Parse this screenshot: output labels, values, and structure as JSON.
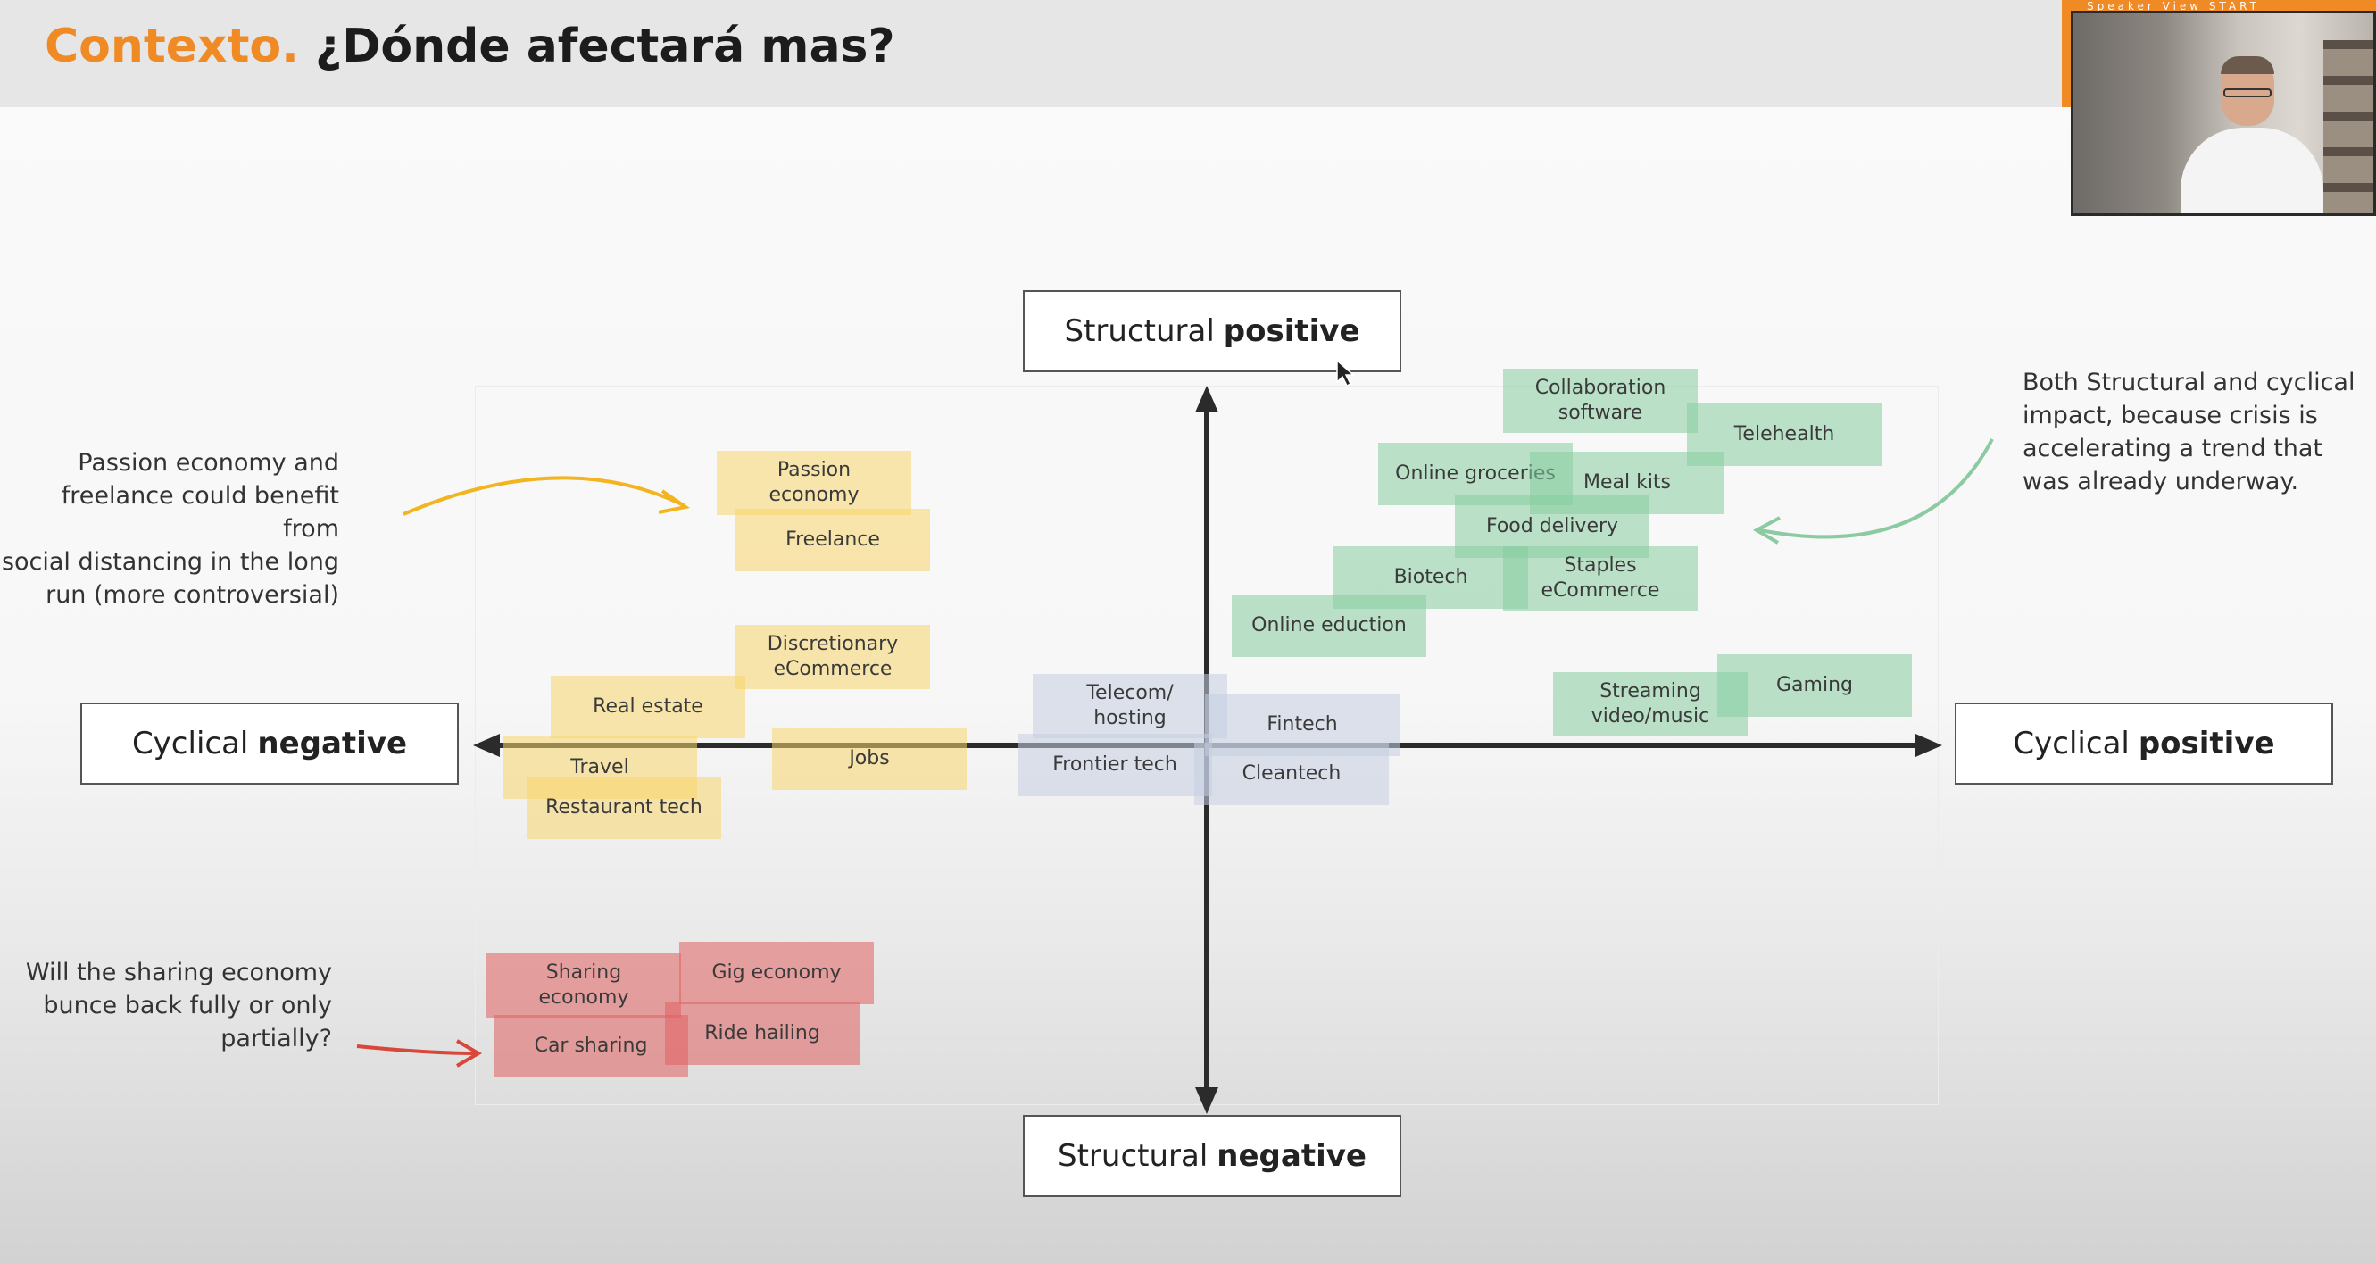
{
  "slide": {
    "title_accent": "Contexto.",
    "title_main": "¿Dónde afectará mas?"
  },
  "webcam": {
    "strip_label": "Speaker View START"
  },
  "axes": {
    "top": {
      "normal": "Structural",
      "bold": "positive"
    },
    "bottom": {
      "normal": "Structural",
      "bold": "negative"
    },
    "left": {
      "normal": "Cyclical",
      "bold": "negative"
    },
    "right": {
      "normal": "Cyclical",
      "bold": "positive"
    }
  },
  "stickies": {
    "yellow": [
      {
        "id": "passion-economy",
        "label": "Passion\neconomy"
      },
      {
        "id": "freelance",
        "label": "Freelance"
      },
      {
        "id": "discretionary-ecommerce",
        "label": "Discretionary\neCommerce"
      },
      {
        "id": "real-estate",
        "label": "Real estate"
      },
      {
        "id": "travel",
        "label": "Travel"
      },
      {
        "id": "jobs",
        "label": "Jobs"
      },
      {
        "id": "restaurant-tech",
        "label": "Restaurant tech"
      }
    ],
    "gray": [
      {
        "id": "telecom-hosting",
        "label": "Telecom/\nhosting"
      },
      {
        "id": "fintech",
        "label": "Fintech"
      },
      {
        "id": "frontier-tech",
        "label": "Frontier tech"
      },
      {
        "id": "cleantech",
        "label": "Cleantech"
      }
    ],
    "green": [
      {
        "id": "collaboration-software",
        "label": "Collaboration\nsoftware"
      },
      {
        "id": "telehealth",
        "label": "Telehealth"
      },
      {
        "id": "online-groceries",
        "label": "Online groceries"
      },
      {
        "id": "meal-kits",
        "label": "Meal kits"
      },
      {
        "id": "food-delivery",
        "label": "Food delivery"
      },
      {
        "id": "biotech",
        "label": "Biotech"
      },
      {
        "id": "staples-ecommerce",
        "label": "Staples\neCommerce"
      },
      {
        "id": "online-education",
        "label": "Online eduction"
      },
      {
        "id": "streaming",
        "label": "Streaming\nvideo/music"
      },
      {
        "id": "gaming",
        "label": "Gaming"
      }
    ],
    "red": [
      {
        "id": "sharing-economy",
        "label": "Sharing\neconomy"
      },
      {
        "id": "gig-economy",
        "label": "Gig economy"
      },
      {
        "id": "car-sharing",
        "label": "Car sharing"
      },
      {
        "id": "ride-hailing",
        "label": "Ride hailing"
      }
    ]
  },
  "notes": {
    "passion": "Passion economy and\nfreelance could benefit from\nsocial distancing in the long\nrun (more controversial)",
    "structural_cyclical": "Both Structural and cyclical\nimpact, because crisis is\naccelerating a trend that\nwas already underway.",
    "sharing": "Will the sharing economy\nbunce back fully or only\npartially?"
  },
  "colors": {
    "accent_orange": "#f08a24",
    "sticky_yellow": "rgba(248,214,108,0.55)",
    "sticky_gray": "rgba(196,206,224,0.55)",
    "sticky_green": "rgba(134,206,160,0.55)",
    "sticky_red": "rgba(226,96,96,0.55)",
    "arrow_yellow": "#f2b51f",
    "arrow_green": "#8ccaa2",
    "arrow_red": "#d9463a"
  }
}
